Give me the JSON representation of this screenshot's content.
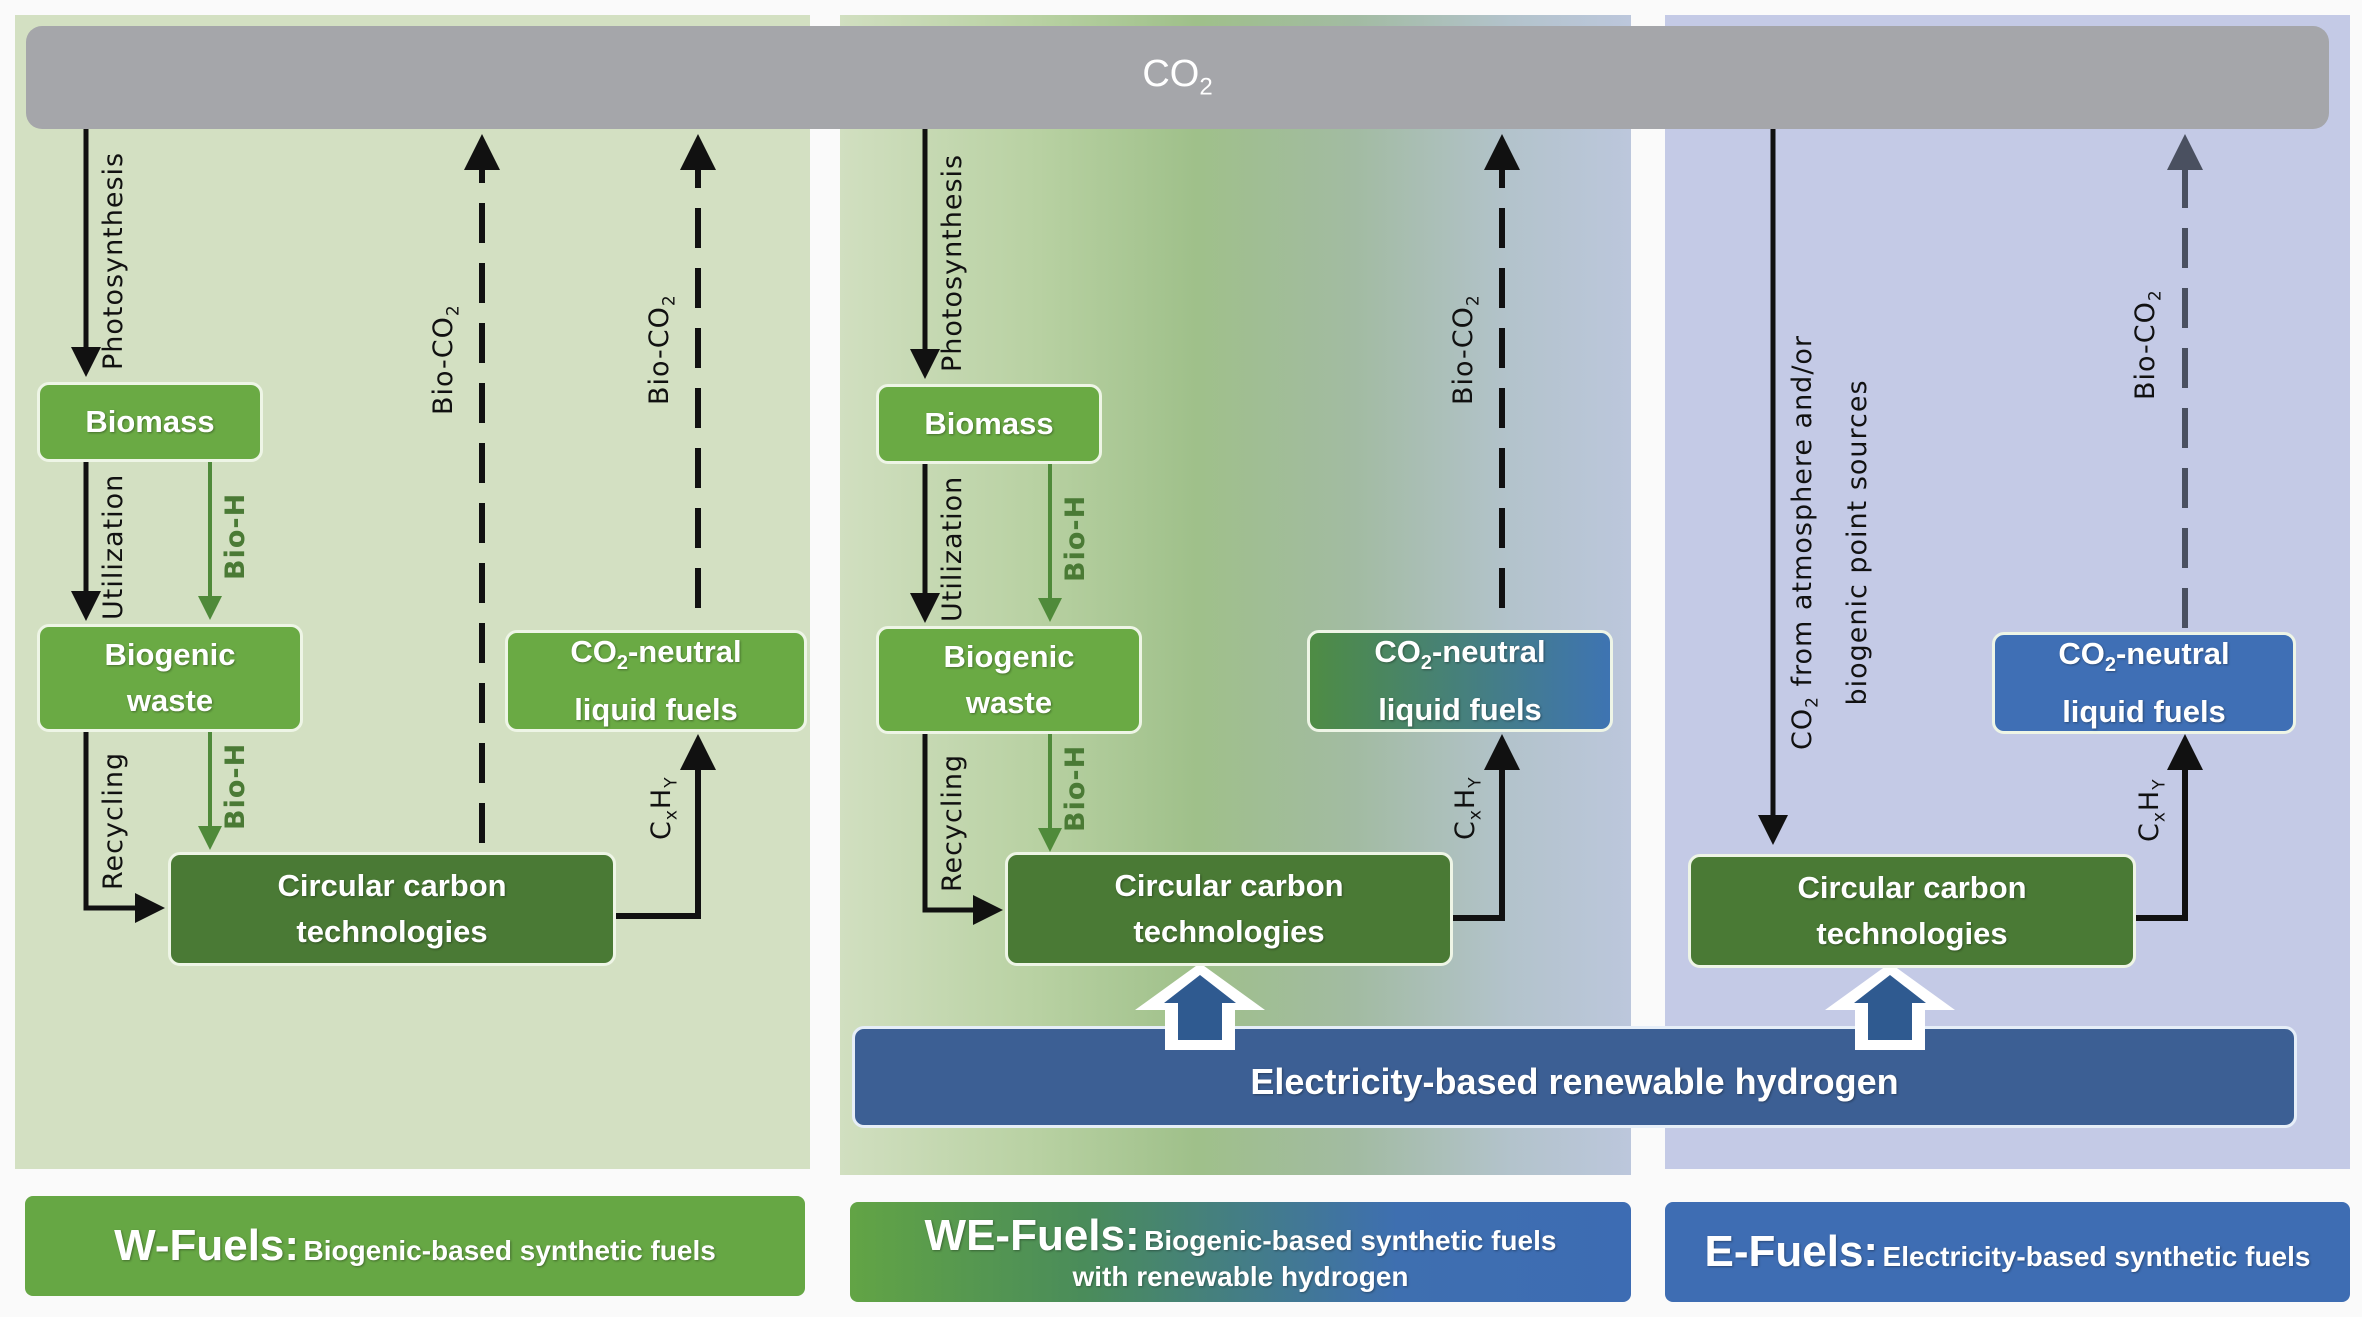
{
  "co2_bar": {
    "main": "CO",
    "sub": "2"
  },
  "panels": {
    "w": {
      "biomass": "Biomass",
      "biogenic_waste": [
        "Biogenic",
        "waste"
      ],
      "circular": [
        "Circular carbon",
        "technologies"
      ],
      "neutral_fuels": {
        "line1_main": "CO",
        "line1_sub": "2",
        "line1_rest": "-neutral",
        "line2": "liquid fuels"
      },
      "labels": {
        "photosynthesis": "Photosynthesis",
        "utilization": "Utilization",
        "recycling": "Recycling",
        "bio_h_1": "Bio-H",
        "bio_h_2": "Bio-H",
        "bio_co2_1": {
          "main": "Bio-CO",
          "sub": "2"
        },
        "bio_co2_2": {
          "main": "Bio-CO",
          "sub": "2"
        },
        "cxhy": {
          "c": "C",
          "x": "x",
          "h": "H",
          "y": "Y"
        }
      }
    },
    "we": {
      "biomass": "Biomass",
      "biogenic_waste": [
        "Biogenic",
        "waste"
      ],
      "circular": [
        "Circular carbon",
        "technologies"
      ],
      "neutral_fuels": {
        "line1_main": "CO",
        "line1_sub": "2",
        "line1_rest": "-neutral",
        "line2": "liquid fuels"
      },
      "labels": {
        "photosynthesis": "Photosynthesis",
        "utilization": "Utilization",
        "recycling": "Recycling",
        "bio_h_1": "Bio-H",
        "bio_h_2": "Bio-H",
        "bio_co2": {
          "main": "Bio-CO",
          "sub": "2"
        },
        "cxhy": {
          "c": "C",
          "x": "x",
          "h": "H",
          "y": "Y"
        }
      }
    },
    "e": {
      "circular": [
        "Circular carbon",
        "technologies"
      ],
      "neutral_fuels": {
        "line1_main": "CO",
        "line1_sub": "2",
        "line1_rest": "-neutral",
        "line2": "liquid fuels"
      },
      "labels": {
        "co2_source_line1_main": "CO",
        "co2_source_line1_sub": "2",
        "co2_source_line1_rest": " from atmosphere and/or",
        "co2_source_line2": "biogenic point sources",
        "bio_co2": {
          "main": "Bio-CO",
          "sub": "2"
        },
        "cxhy": {
          "c": "C",
          "x": "x",
          "h": "H",
          "y": "Y"
        }
      }
    }
  },
  "hydrogen_bar": "Electricity-based renewable hydrogen",
  "footer": {
    "w": {
      "title": "W-Fuels:",
      "desc": "Biogenic-based synthetic fuels"
    },
    "we": {
      "title": "WE-Fuels:",
      "desc": "Biogenic-based synthetic fuels",
      "desc2": "with renewable hydrogen"
    },
    "e": {
      "title": "E-Fuels:",
      "desc": "Electricity-based synthetic fuels"
    }
  },
  "colors": {
    "panel_w": "#d3e0c2",
    "panel_e": "#c4cae6",
    "co2_bar": "#a5a6aa",
    "box_light_green": "#6aaa44",
    "box_dark_green": "#4a7a35",
    "box_blue": "#3f6fb5",
    "hydrogen_bar": "#3c5f94",
    "bio_h_arrow": "#4f8a3a"
  }
}
